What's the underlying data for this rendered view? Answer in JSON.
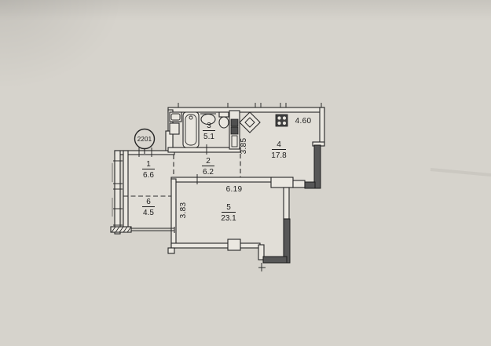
{
  "plan": {
    "unit_badge": "2201",
    "rooms": [
      {
        "number": "1",
        "area": "6.6"
      },
      {
        "number": "2",
        "area": "6.2"
      },
      {
        "number": "3",
        "area": "5.1"
      },
      {
        "number": "4",
        "area": "17.8"
      },
      {
        "number": "5",
        "area": "23.1"
      },
      {
        "number": "6",
        "area": "4.5"
      }
    ],
    "dimensions": {
      "kitchen_width": "4.60",
      "kitchen_depth": "3.85",
      "living_width": "6.19",
      "living_depth": "3.83"
    },
    "icons": {
      "stove": "stove-icon",
      "water_heater": "water-heater-icon",
      "bathtub": "bathtub-icon",
      "sink": "sink-icon",
      "toilet": "toilet-icon",
      "washing_machine": "washing-machine-icon",
      "vent_shaft": "vent-shaft-icon"
    },
    "colors": {
      "paper": "#d6d3cc",
      "interior": "#e1ded7",
      "wall_light": "#ebe8e1",
      "wall_dark": "#575757",
      "line": "#262626",
      "text": "#1c1c1c"
    }
  }
}
